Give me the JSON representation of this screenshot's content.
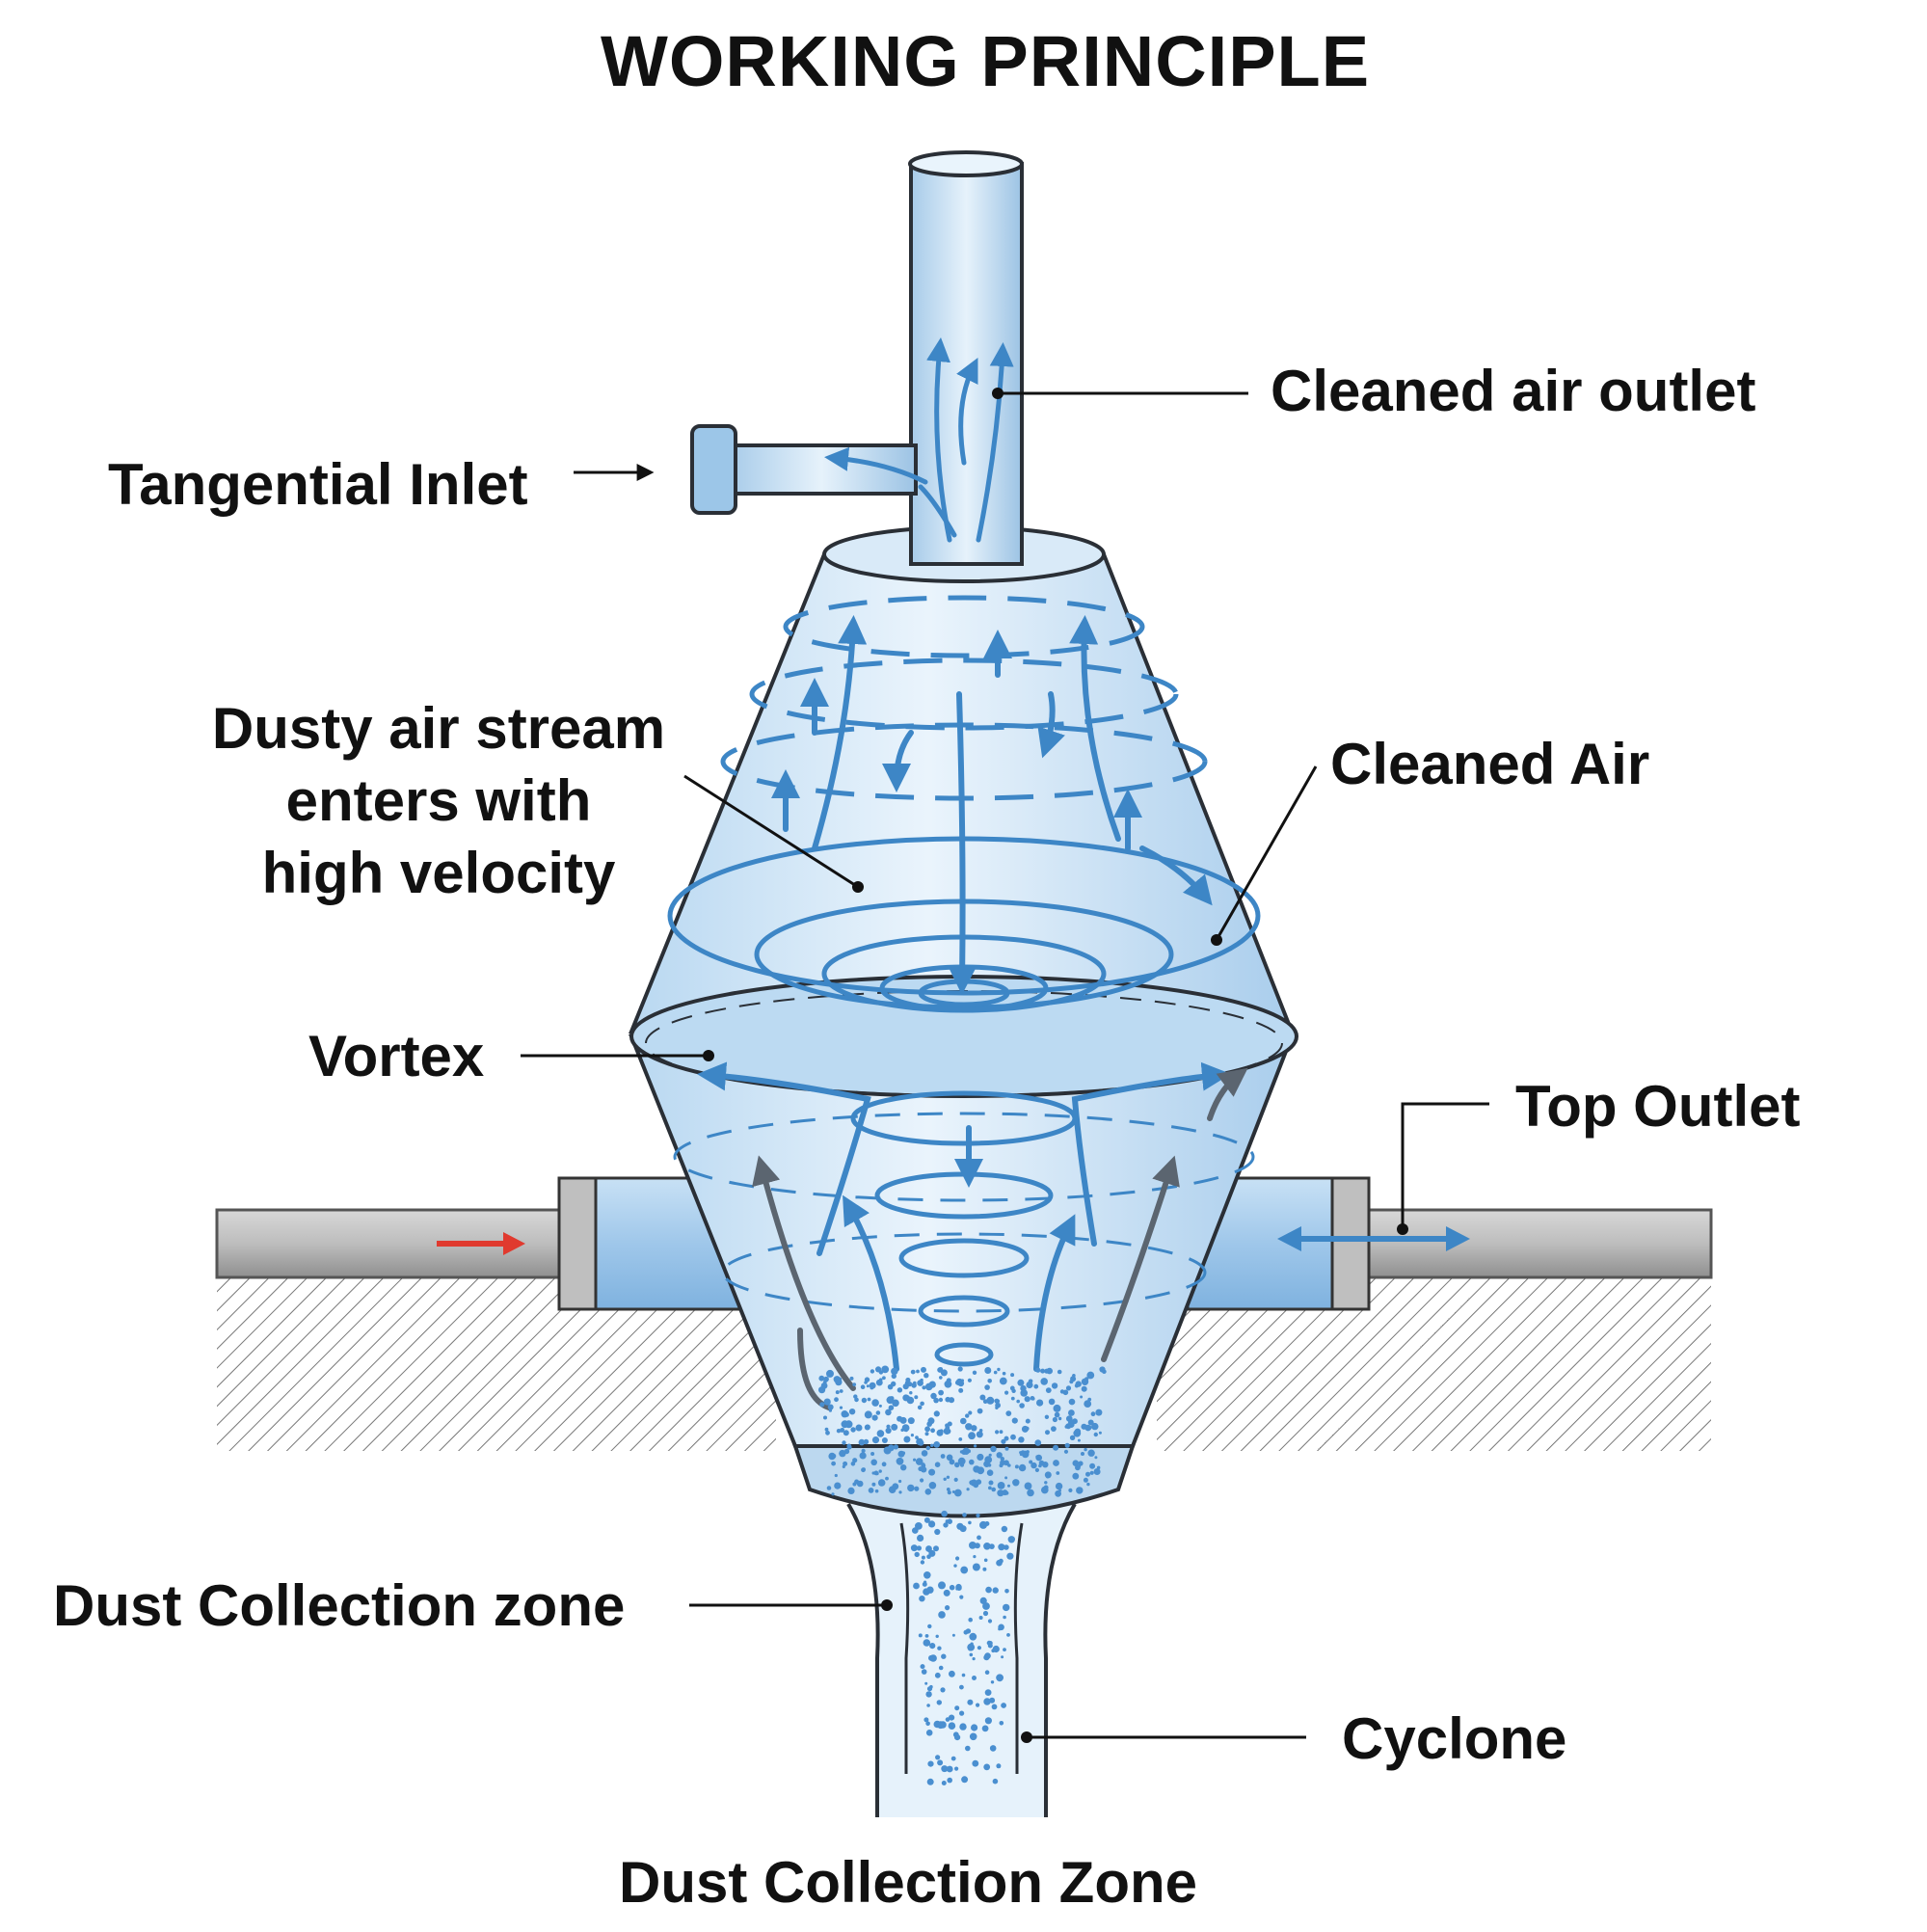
{
  "title": "WORKING PRINCIPLE",
  "labels": {
    "cleaned_air_outlet": "Cleaned air outlet",
    "tangential_inlet": "Tangential Inlet",
    "dusty_air_line1": "Dusty air stream",
    "dusty_air_line2": "enters with",
    "dusty_air_line3": "high velocity",
    "cleaned_air": "Cleaned Air",
    "vortex": "Vortex",
    "top_outlet": "Top Outlet",
    "dust_collection_zone": "Dust Collection zone",
    "cyclone": "Cyclone",
    "dust_collection_zone_bottom": "Dust Collection Zone"
  },
  "colors": {
    "body_fill": "#cfe5f7",
    "flow_blue": "#3d86c6",
    "outline": "#2a2f36",
    "pipe_grey": "#a8a8a8",
    "inlet_arrow_red": "#e03a2f",
    "dust_blue": "#4a8fd0"
  },
  "icons": {
    "inlet_arrow": "red-right-arrow-icon",
    "outlet_arrow": "blue-double-arrow-icon"
  }
}
